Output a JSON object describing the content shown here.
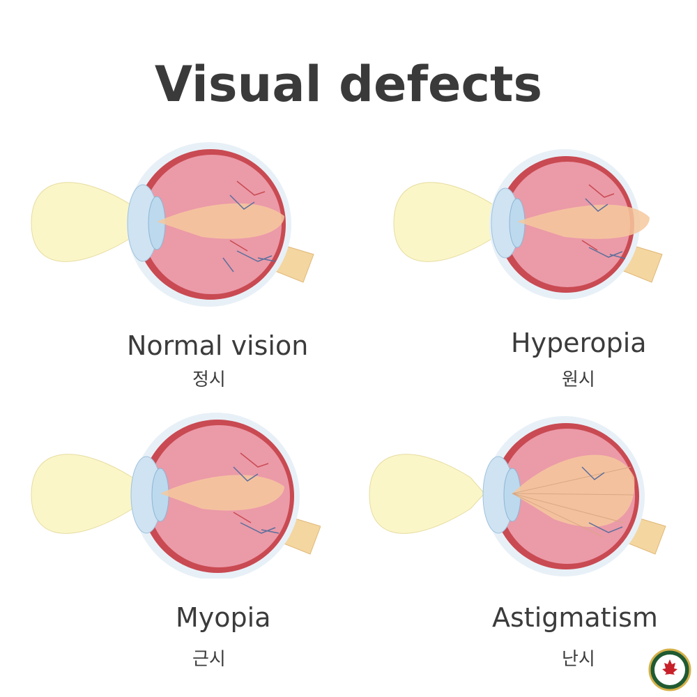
{
  "title": "Visual defects",
  "panels": [
    {
      "id": "normal",
      "label_en": "Normal vision",
      "label_ko": "정시"
    },
    {
      "id": "hyperopia",
      "label_en": "Hyperopia",
      "label_ko": "원시"
    },
    {
      "id": "myopia",
      "label_en": "Myopia",
      "label_ko": "근시"
    },
    {
      "id": "astigmatism",
      "label_en": "Astigmatism",
      "label_ko": "난시"
    }
  ],
  "colors": {
    "light_beam": "#fbf6c8",
    "eyeball": "#eb9aa8",
    "sclera_rim": "#c94a52",
    "optic_nerve": "#f4d6a0",
    "lens": "#bcd9ee",
    "vessels": "#5a6f9c"
  },
  "logo": {
    "icon": "maple-leaf-icon"
  }
}
